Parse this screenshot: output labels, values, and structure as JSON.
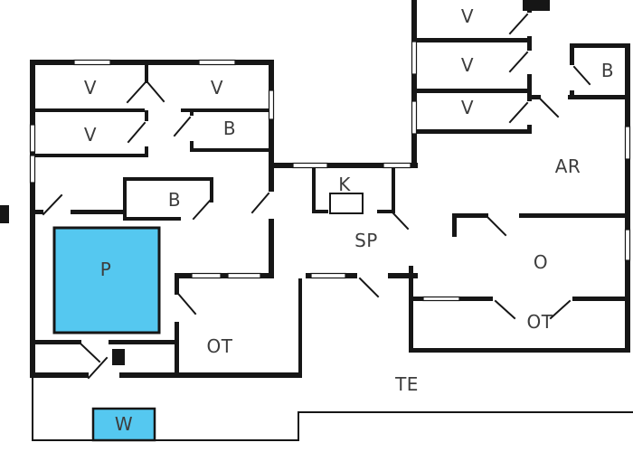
{
  "palette": {
    "wall": "#161616",
    "background": "#ffffff",
    "water": "#55c8f0",
    "label": "#3d3d3d"
  },
  "rooms": {
    "v_left_1": {
      "label": "V"
    },
    "v_left_2": {
      "label": "V"
    },
    "v_left_3": {
      "label": "V"
    },
    "b_left_1": {
      "label": "B"
    },
    "b_left_2": {
      "label": "B"
    },
    "p_pool": {
      "label": "P"
    },
    "ot_left": {
      "label": "OT"
    },
    "k_kitchen": {
      "label": "K"
    },
    "sp_living": {
      "label": "SP"
    },
    "v_right_1": {
      "label": "V"
    },
    "v_right_2": {
      "label": "V"
    },
    "v_right_3": {
      "label": "V"
    },
    "b_right": {
      "label": "B"
    },
    "ar_room": {
      "label": "AR"
    },
    "o_room": {
      "label": "O"
    },
    "ot_right": {
      "label": "OT"
    },
    "te_terrace": {
      "label": "TE"
    },
    "w_pool": {
      "label": "W"
    }
  }
}
